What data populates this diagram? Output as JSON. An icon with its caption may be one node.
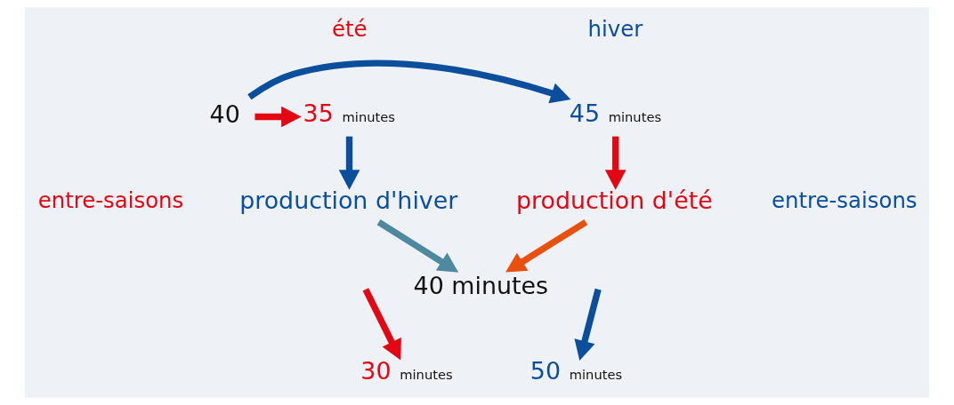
{
  "diagram": {
    "nodes": [
      {
        "text": [
          "35"
        ],
        "beside": [
          "minutes"
        ]
      },
      {
        "text": [
          "40"
        ]
      },
      {
        "text": [
          "45"
        ],
        "beside": [
          "minutes"
        ]
      },
      {
        "text": [
          "production d'hiver"
        ]
      },
      {
        "text": [
          "production d'été"
        ]
      },
      {
        "text": [
          "40 minutes"
        ]
      },
      {
        "text": [
          "30"
        ],
        "beside": [
          "minutes"
        ]
      },
      {
        "text": [
          "50"
        ],
        "beside": [
          "minutes"
        ]
      }
    ],
    "edges": [
      {
        "from": 1,
        "to": 0,
        "arrow": "to",
        "color": "#e30613"
      },
      {
        "from": 1,
        "to": 2,
        "arrow": "to",
        "color": "#0b4f9c"
      },
      {
        "from": 0,
        "to": 3,
        "arrow": "to",
        "color": "#0b4f9c"
      },
      {
        "from": 2,
        "to": 4,
        "arrow": "to",
        "color": "#e30613"
      },
      {
        "from": 3,
        "to": 5,
        "arrow": "to",
        "color": "#4e89a0"
      },
      {
        "from": 4,
        "to": 5,
        "arrow": "to",
        "color": "#e8500e"
      },
      {
        "from": null,
        "to": 6,
        "arrow": "to",
        "color": "#e30613"
      },
      {
        "from": null,
        "to": 7,
        "arrow": "to",
        "color": "#0b4f9c"
      }
    ],
    "labels": [
      "été",
      "hiver",
      "entre-saisons",
      "entre-saisons"
    ]
  }
}
